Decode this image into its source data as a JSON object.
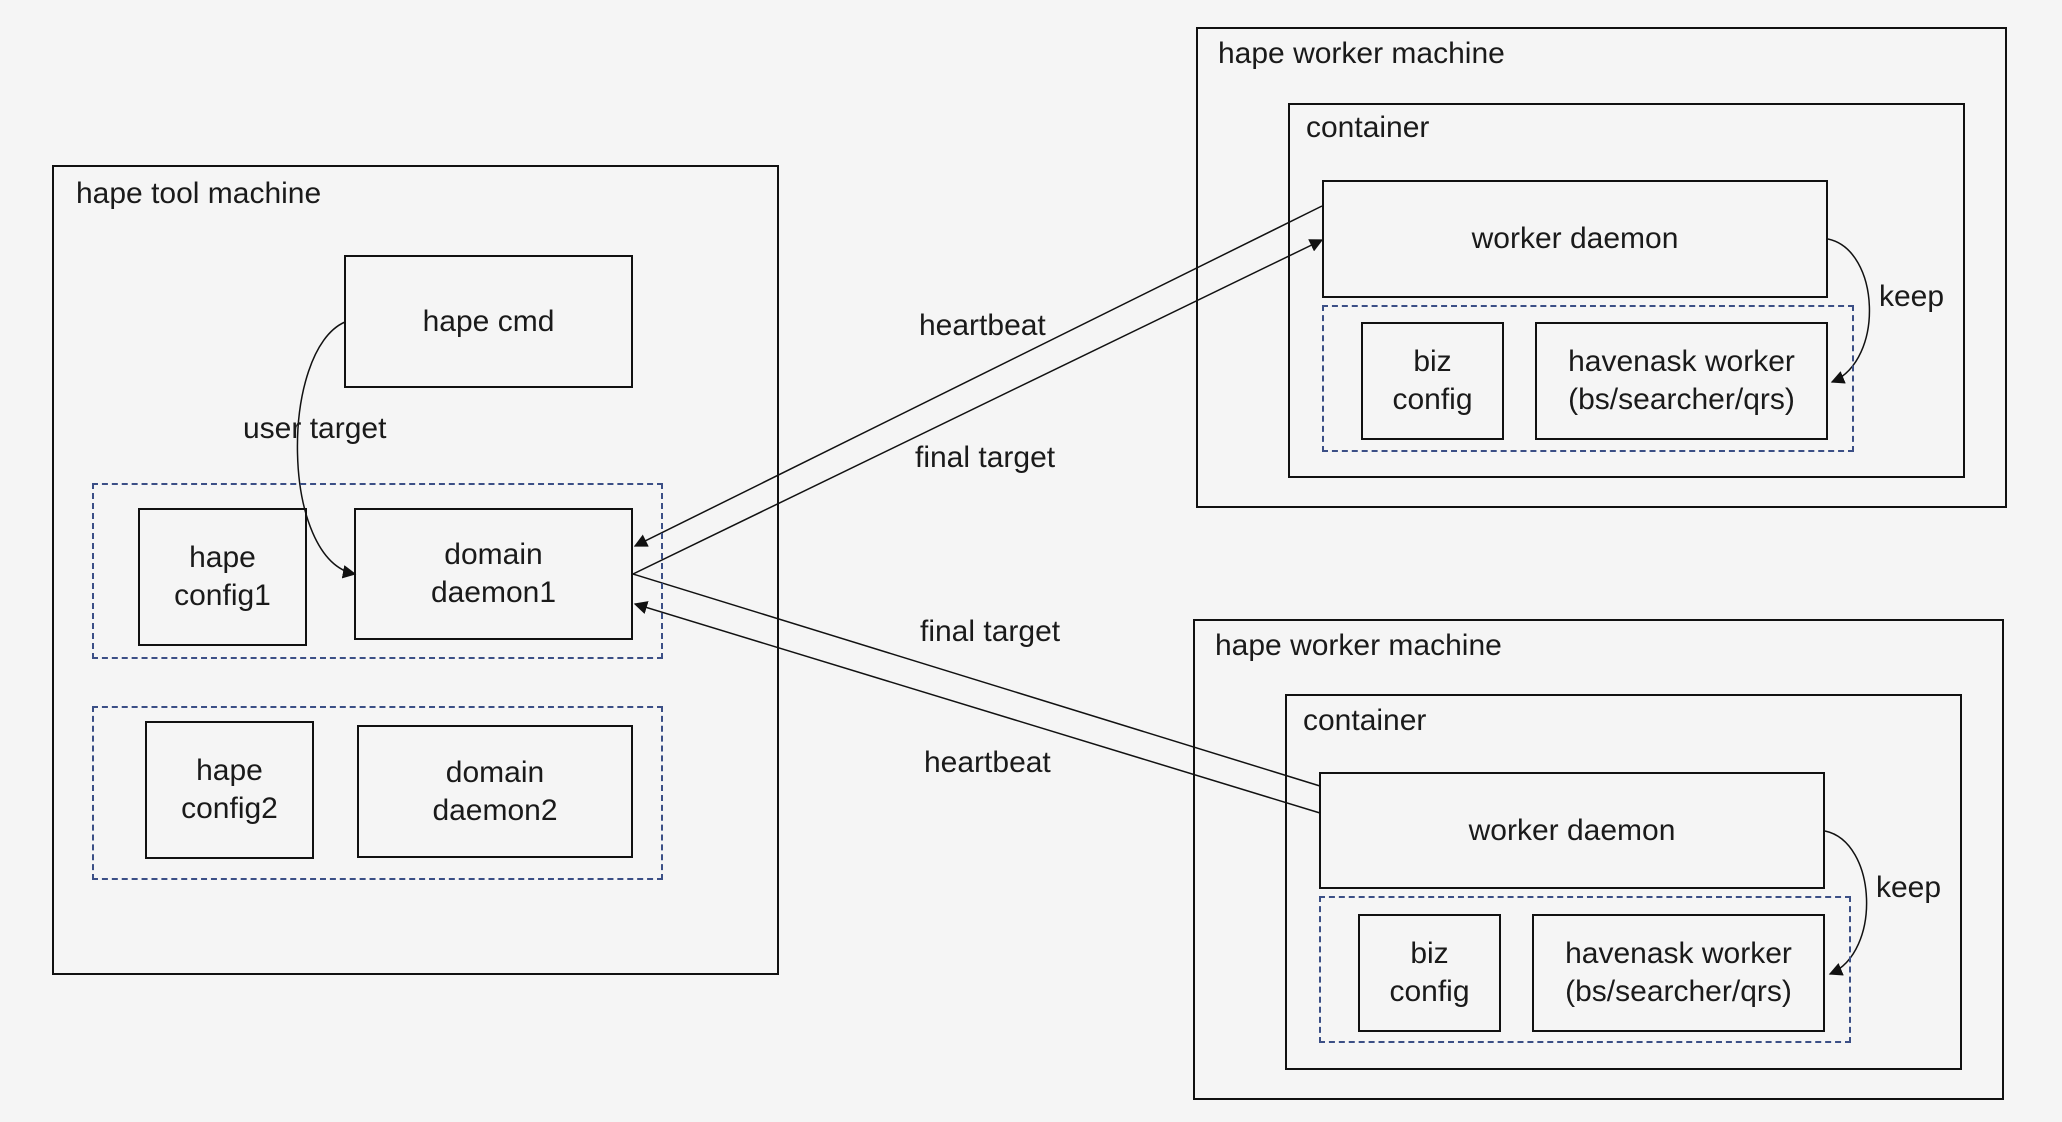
{
  "tool_machine": {
    "title": "hape tool machine",
    "cmd": "hape cmd",
    "group1": {
      "config": "hape\nconfig1",
      "daemon": "domain\ndaemon1"
    },
    "group2": {
      "config": "hape\nconfig2",
      "daemon": "domain\ndaemon2"
    },
    "user_target_label": "user target"
  },
  "worker_machines": [
    {
      "title": "hape worker machine",
      "container_title": "container",
      "worker_daemon": "worker daemon",
      "biz_config": "biz\nconfig",
      "havenask_worker": "havenask worker\n(bs/searcher/qrs)",
      "keep_label": "keep"
    },
    {
      "title": "hape worker machine",
      "container_title": "container",
      "worker_daemon": "worker daemon",
      "biz_config": "biz\nconfig",
      "havenask_worker": "havenask worker\n(bs/searcher/qrs)",
      "keep_label": "keep"
    }
  ],
  "links": {
    "top_heartbeat": "heartbeat",
    "top_final_target": "final target",
    "bottom_final_target": "final target",
    "bottom_heartbeat": "heartbeat"
  },
  "colors": {
    "group_border": "#3b4f86",
    "line": "#111111",
    "background": "#f5f5f5"
  }
}
